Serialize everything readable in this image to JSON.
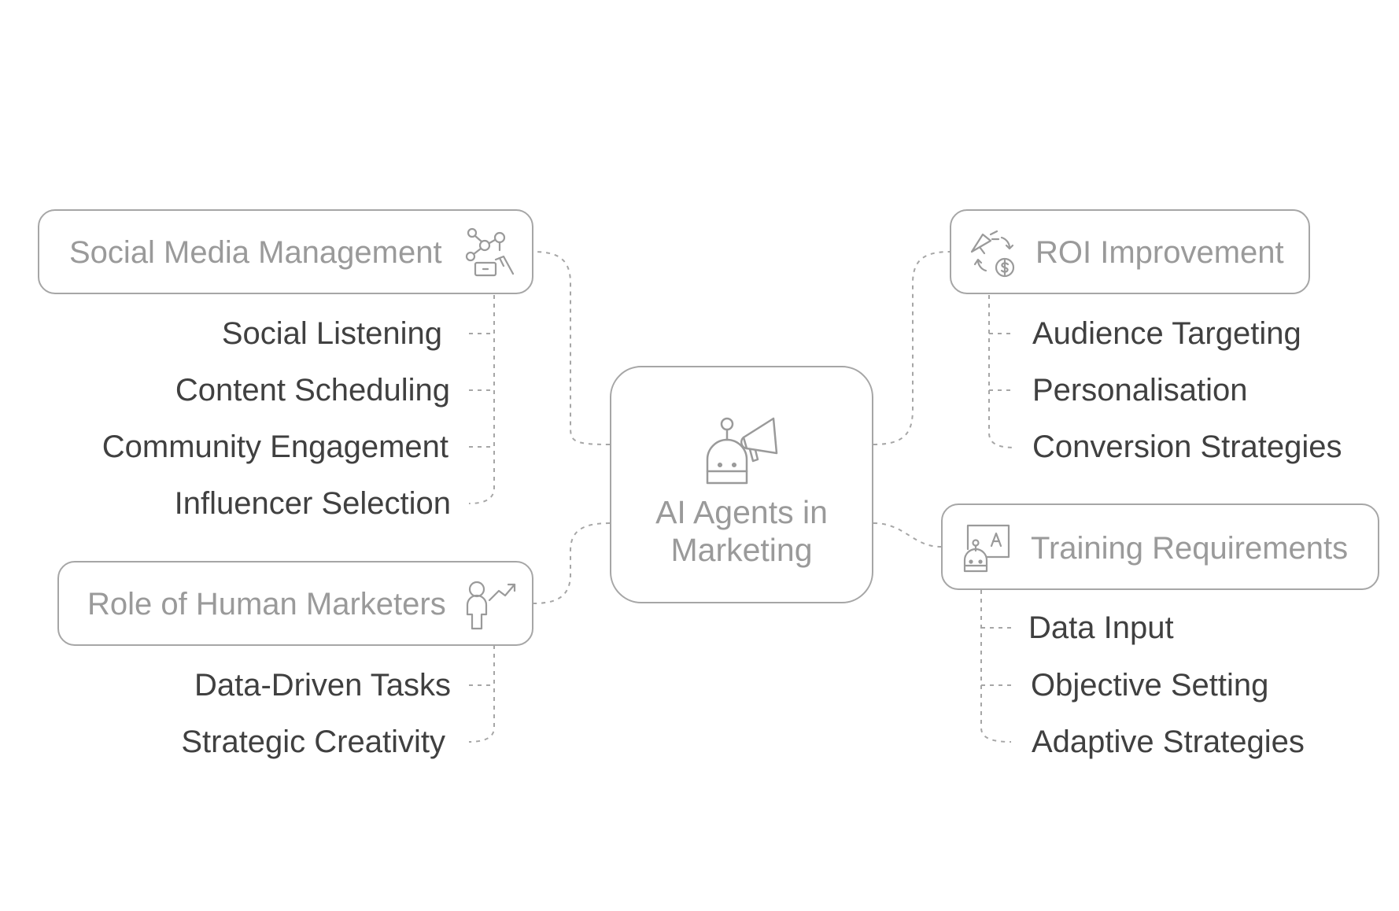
{
  "center": {
    "title_line1": "AI Agents in",
    "title_line2": "Marketing",
    "icon": "robot-megaphone-icon"
  },
  "branches": {
    "social_media": {
      "title": "Social Media Management",
      "icon": "social-network-hand-icon",
      "items": [
        "Social Listening",
        "Content Scheduling",
        "Community Engagement",
        "Influencer Selection"
      ]
    },
    "human_role": {
      "title": "Role of Human Marketers",
      "icon": "person-growth-icon",
      "items": [
        "Data-Driven Tasks",
        "Strategic Creativity"
      ]
    },
    "roi": {
      "title": "ROI Improvement",
      "icon": "megaphone-dollar-cycle-icon",
      "items": [
        "Audience Targeting",
        "Personalisation",
        "Conversion Strategies"
      ]
    },
    "training": {
      "title": "Training Requirements",
      "icon": "robot-training-board-icon",
      "items": [
        "Data Input",
        "Objective Setting",
        "Adaptive Strategies"
      ]
    }
  },
  "colors": {
    "border": "#a6a6a6",
    "title_text": "#9a9a9a",
    "item_text": "#404040",
    "connector": "#a6a6a6"
  }
}
